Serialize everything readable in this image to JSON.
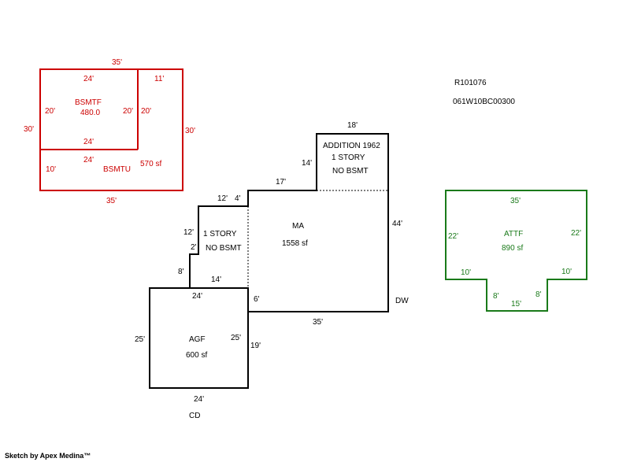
{
  "parcel": {
    "id": "R101076",
    "map_number": "061W10BC00300"
  },
  "colors": {
    "main": "#000000",
    "basement": "#cc0000",
    "attic": "#1a7a1a"
  },
  "basement": {
    "finished_label": "BSMTF",
    "finished_value": "480.0",
    "unfinished_label": "BSMTU",
    "unfinished_area": "570 sf",
    "dims": {
      "top_total": "35'",
      "finished_top": "24'",
      "top_right": "11'",
      "finished_left": "20'",
      "finished_right": "20'",
      "right_inner": "20'",
      "left_outer": "30'",
      "right_outer": "30'",
      "finished_bottom": "24'",
      "unfinished_top": "24'",
      "unfinished_left": "10'",
      "bottom": "35'"
    }
  },
  "main_house": {
    "addition_title": "ADDITION 1962",
    "addition_story": "1 STORY",
    "addition_basement": "NO BSMT",
    "ma_label": "MA",
    "ma_area": "1558 sf",
    "west_story": "1 STORY",
    "west_basement": "NO BSMT",
    "dw_label": "DW",
    "dims": {
      "addition_top": "18'",
      "addition_left": "14'",
      "ma_top": "17'",
      "wing_top": "12'",
      "wing_jog": "4'",
      "wing_left": "12'",
      "step_small": "2'",
      "step_lower": "8'",
      "right": "44'",
      "bottom": "35'",
      "garage_gap": "6'",
      "garage_link": "14'"
    }
  },
  "garage": {
    "label": "AGF",
    "area": "600 sf",
    "deck_label": "CD",
    "dims": {
      "top": "24'",
      "left": "25'",
      "right": "25'",
      "right_outer": "19'",
      "bottom": "24'"
    }
  },
  "attic": {
    "label": "ATTF",
    "area": "890 sf",
    "dims": {
      "top": "35'",
      "left": "22'",
      "right": "22'",
      "bottom_left": "10'",
      "bottom_right": "10'",
      "notch_left": "8'",
      "notch_right": "8'",
      "notch_bottom": "15'"
    }
  },
  "footer": "Sketch by Apex Medina™"
}
